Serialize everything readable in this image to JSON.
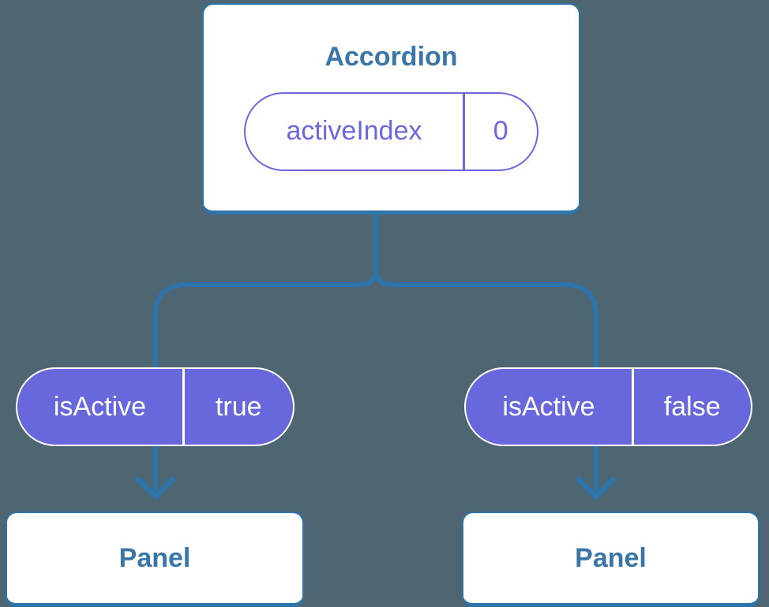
{
  "diagram": {
    "root": {
      "title": "Accordion",
      "state": {
        "name": "activeIndex",
        "value": "0"
      }
    },
    "children": [
      {
        "prop": {
          "name": "isActive",
          "value": "true"
        },
        "panel_label": "Panel"
      },
      {
        "prop": {
          "name": "isActive",
          "value": "false"
        },
        "panel_label": "Panel"
      }
    ],
    "colors": {
      "background": "#4D6671",
      "card_background": "#FFFFFF",
      "card_border": "#2C74AA",
      "heading_text": "#3B76A8",
      "connector_line": "#2C74AA",
      "pill_purple": "#6867DB",
      "pill_text_on_purple": "#FFFFFF",
      "pill_outline_purple": "#6B67DC"
    }
  }
}
